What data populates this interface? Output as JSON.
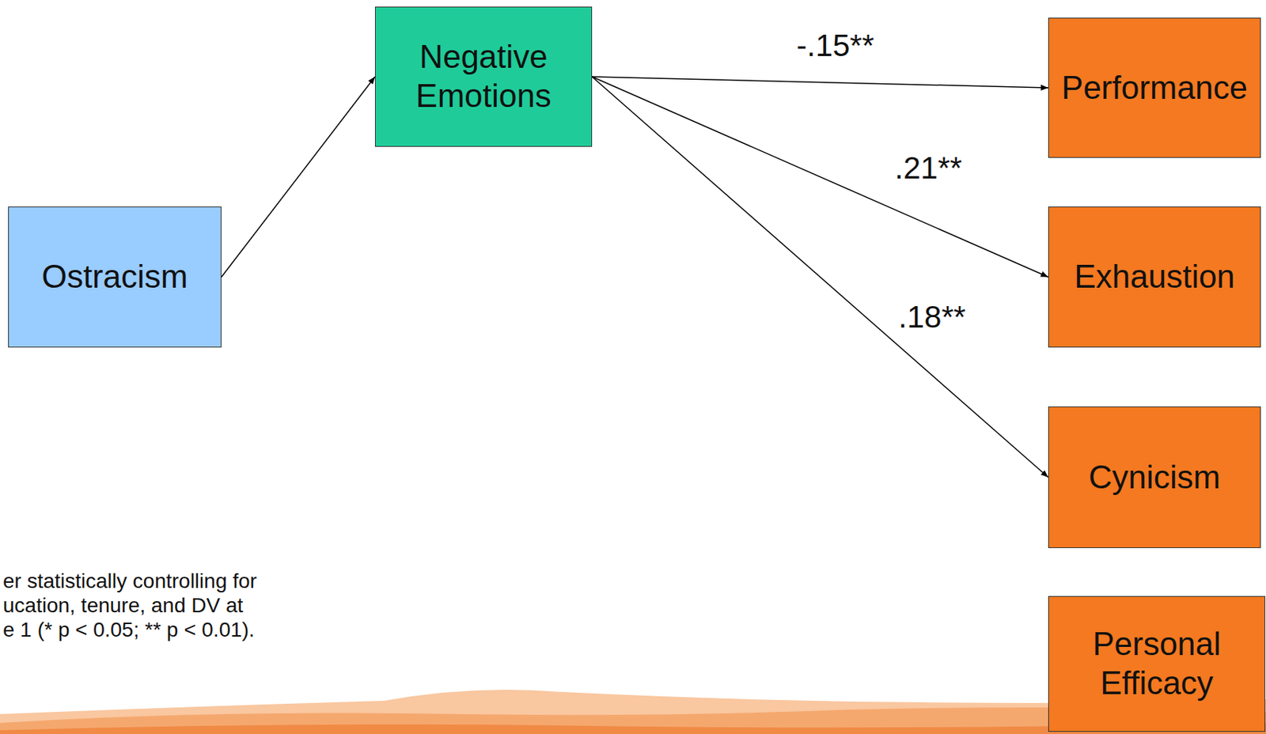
{
  "diagram": {
    "nodes": [
      {
        "text": [
          "Ostracism"
        ]
      },
      {
        "text": [
          "Negative Emotions"
        ]
      },
      {
        "text": [
          "Performance"
        ]
      },
      {
        "text": [
          "Exhaustion"
        ]
      },
      {
        "text": [
          "Cynicism"
        ]
      },
      {
        "text": [
          "Personal Efficacy"
        ]
      }
    ],
    "edges": [
      {
        "from": 0,
        "to": 1,
        "arrow": "to"
      },
      {
        "from": 1,
        "to": 2,
        "label": "-.15**",
        "arrow": "to"
      },
      {
        "from": 1,
        "to": 3,
        "label": ".21**",
        "arrow": "to"
      },
      {
        "from": 1,
        "to": 4,
        "label": ".18**",
        "arrow": "to"
      }
    ],
    "labels": [
      "er statistically controlling for ucation, tenure, and DV at e 1 (* p < 0.05; ** p < 0.01)."
    ]
  }
}
